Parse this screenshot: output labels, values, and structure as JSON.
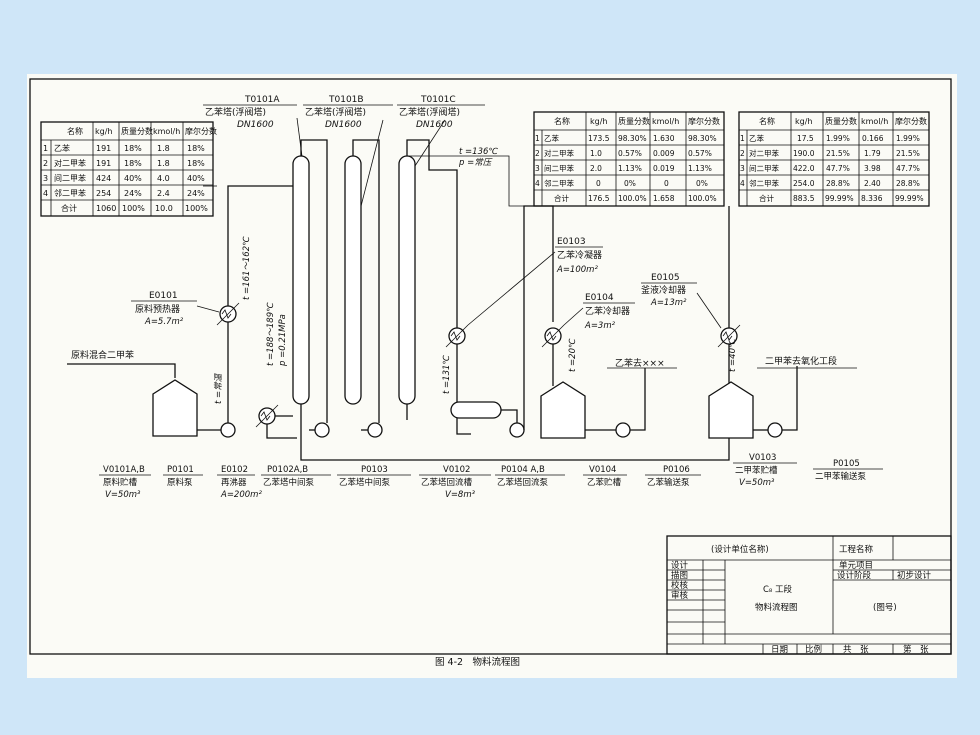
{
  "columns": {
    "c1": {
      "tag": "T0101A",
      "name": "乙苯塔(浮阀塔)",
      "dn": "DN1600"
    },
    "c2": {
      "tag": "T0101B",
      "name": "乙苯塔(浮阀塔)",
      "dn": "DN1600"
    },
    "c3": {
      "tag": "T0101C",
      "name": "乙苯塔(浮阀塔)",
      "dn": "DN1600"
    }
  },
  "top_cond": {
    "t": "t =136℃",
    "p": "p =常压"
  },
  "conditions": {
    "feed_hot": "t =161～162℃",
    "col": "t =188～189℃",
    "col_p": "p =0.21MPa",
    "reflux": "t =131℃",
    "ambient": "t =常温",
    "cool1": "t =20℃",
    "cool2": "t =40℃"
  },
  "equipment": {
    "e0101": {
      "tag": "E0101",
      "name": "原料预热器",
      "area": "A=5.7m²"
    },
    "e0103": {
      "tag": "E0103",
      "name": "乙苯冷凝器",
      "area": "A=100m²"
    },
    "e0104": {
      "tag": "E0104",
      "name": "乙苯冷却器",
      "area": "A=3m²"
    },
    "e0105": {
      "tag": "E0105",
      "name": "釜液冷却器",
      "area": "A=13m²"
    },
    "v0101": {
      "tag": "V0101A,B",
      "name": "原料贮槽",
      "vol": "V=50m³"
    },
    "p0101": {
      "tag": "P0101",
      "name": "原料泵"
    },
    "e0102": {
      "tag": "E0102",
      "name": "再沸器",
      "area": "A=200m²"
    },
    "p0102": {
      "tag": "P0102A,B",
      "name": "乙苯塔中间泵"
    },
    "p0103": {
      "tag": "P0103",
      "name": "乙苯塔中间泵"
    },
    "v0102": {
      "tag": "V0102",
      "name": "乙苯塔回流槽",
      "vol": "V=8m³"
    },
    "p0104": {
      "tag": "P0104 A,B",
      "name": "乙苯塔回流泵"
    },
    "v0104": {
      "tag": "V0104",
      "name": "乙苯贮槽"
    },
    "p0106": {
      "tag": "P0106",
      "name": "乙苯输送泵"
    },
    "v0103": {
      "tag": "V0103",
      "name": "二甲苯贮槽",
      "vol": "V=50m³"
    },
    "p0105": {
      "tag": "P0105",
      "name": "二甲苯输送泵"
    }
  },
  "streams": {
    "feed": "原料混合二甲苯",
    "eb_out": "乙苯去×××",
    "xy_out": "二甲苯去氧化工段"
  },
  "tables": {
    "feed": {
      "headers": [
        "名称",
        "kg/h",
        "质量分数",
        "kmol/h",
        "摩尔分数"
      ],
      "rows": [
        [
          "1",
          "乙苯",
          "191",
          "18%",
          "1.8",
          "18%"
        ],
        [
          "2",
          "对二甲苯",
          "191",
          "18%",
          "1.8",
          "18%"
        ],
        [
          "3",
          "间二甲苯",
          "424",
          "40%",
          "4.0",
          "40%"
        ],
        [
          "4",
          "邻二甲苯",
          "254",
          "24%",
          "2.4",
          "24%"
        ],
        [
          "",
          "合计",
          "1060",
          "100%",
          "10.0",
          "100%"
        ]
      ]
    },
    "top": {
      "headers": [
        "名称",
        "kg/h",
        "质量分数",
        "kmol/h",
        "摩尔分数"
      ],
      "rows": [
        [
          "1",
          "乙苯",
          "173.5",
          "98.30%",
          "1.630",
          "98.30%"
        ],
        [
          "2",
          "对二甲苯",
          "1.0",
          "0.57%",
          "0.009",
          "0.57%"
        ],
        [
          "3",
          "间二甲苯",
          "2.0",
          "1.13%",
          "0.019",
          "1.13%"
        ],
        [
          "4",
          "邻二甲苯",
          "0",
          "0%",
          "0",
          "0%"
        ],
        [
          "",
          "合计",
          "176.5",
          "100.0%",
          "1.658",
          "100.0%"
        ]
      ]
    },
    "bottom": {
      "headers": [
        "名称",
        "kg/h",
        "质量分数",
        "kmol/h",
        "摩尔分数"
      ],
      "rows": [
        [
          "1",
          "乙苯",
          "17.5",
          "1.99%",
          "0.166",
          "1.99%"
        ],
        [
          "2",
          "对二甲苯",
          "190.0",
          "21.5%",
          "1.79",
          "21.5%"
        ],
        [
          "3",
          "间二甲苯",
          "422.0",
          "47.7%",
          "3.98",
          "47.7%"
        ],
        [
          "4",
          "邻二甲苯",
          "254.0",
          "28.8%",
          "2.40",
          "28.8%"
        ],
        [
          "",
          "合计",
          "883.5",
          "99.99%",
          "8.336",
          "99.99%"
        ]
      ]
    }
  },
  "title_block": {
    "org": "(设计单位名称)",
    "proj": "工程名称",
    "unit": "单元项目",
    "stage_label": "设计阶段",
    "stage": "初步设计",
    "roles": [
      "设计",
      "描图",
      "校核",
      "审核"
    ],
    "section": "C₈ 工段",
    "drawing": "物料流程图",
    "dwgno": "(图号)",
    "date": "日期",
    "scale": "比例",
    "total": "共　张",
    "page": "第　张"
  },
  "caption": "图 4-2　物料流程图"
}
